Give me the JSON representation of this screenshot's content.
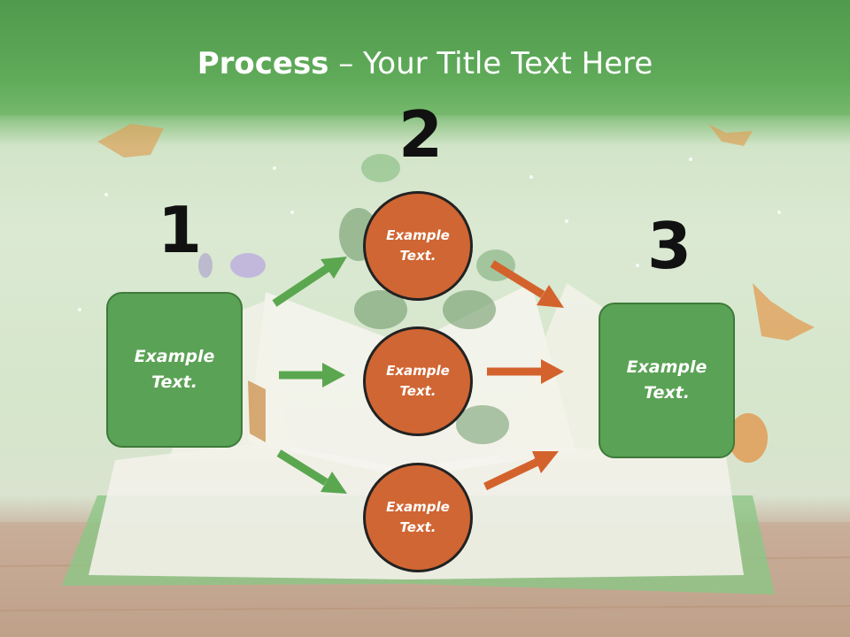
{
  "title": {
    "bold": "Process",
    "rest": " – Your Title Text Here"
  },
  "steps": [
    {
      "number": "1",
      "label": "Example\nText."
    },
    {
      "number": "2",
      "label": "Example\nText."
    },
    {
      "number": "3",
      "label": "Example\nText."
    }
  ],
  "nodes": [
    {
      "label": "Example\nText."
    },
    {
      "label": "Example\nText."
    },
    {
      "label": "Example\nText."
    }
  ],
  "colors": {
    "green": "#5aa255",
    "orange": "#d06633",
    "green_arrow": "#5aa74f",
    "orange_arrow": "#d4622c"
  }
}
